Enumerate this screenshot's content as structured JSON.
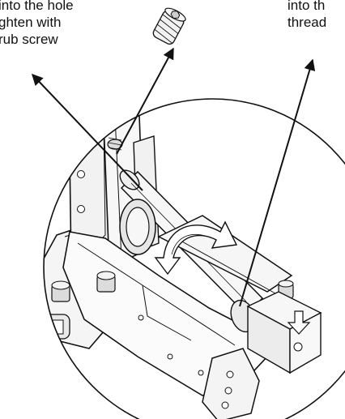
{
  "callouts": {
    "left": {
      "line1": "into the hole",
      "line2": "ghten with",
      "line3": "rub screw"
    },
    "right": {
      "line1": "into th",
      "line2": "thread"
    }
  },
  "colors": {
    "ink": "#111111",
    "fill_light": "#f4f4f4",
    "fill_mid": "#e2e2e2",
    "fill_dark": "#bdbdbd"
  },
  "icons": {
    "grub_screw": "grub-screw-icon",
    "rotation_arrow": "curved-arrow-icon",
    "down_arrow": "down-arrow-icon"
  }
}
